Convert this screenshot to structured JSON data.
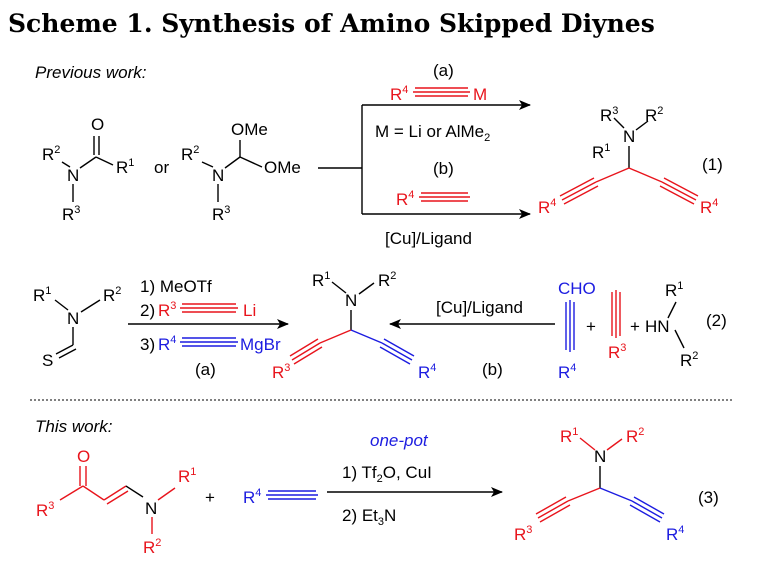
{
  "title": "Scheme 1. Synthesis of Amino Skipped Diynes",
  "sections": {
    "previous": "Previous work:",
    "this": "This work:"
  },
  "text": {
    "OMe": "OMe",
    "O": "O",
    "N": "N",
    "S": "S",
    "or": "or",
    "plus": "+",
    "HN": "HN",
    "CHO": "CHO",
    "M": "M",
    "m_cond": "M = Li or AlMe",
    "m_sub": "2",
    "a": "(a)",
    "b": "(b)",
    "one": "(1)",
    "two": "(2)",
    "three": "(3)",
    "cu_ligand": "[Cu]/Ligand",
    "meotf": "1) MeOTf",
    "step2": "2)",
    "li": "Li",
    "step3": "3)",
    "mgbr": "MgBr",
    "one_pot": "one-pot",
    "tf2o_a": "1) Tf",
    "tf2o_sub": "2",
    "tf2o_b": "O, CuI",
    "et3n_a": "2) Et",
    "et3n_sub": "3",
    "et3n_b": "N"
  },
  "R": {
    "1": "R",
    "2": "R",
    "3": "R",
    "4": "R"
  },
  "sup": {
    "1": "1",
    "2": "2",
    "3": "3",
    "4": "4"
  },
  "colors": {
    "red": "#e8141c",
    "blue": "#1c1ce0",
    "black": "#000000"
  }
}
